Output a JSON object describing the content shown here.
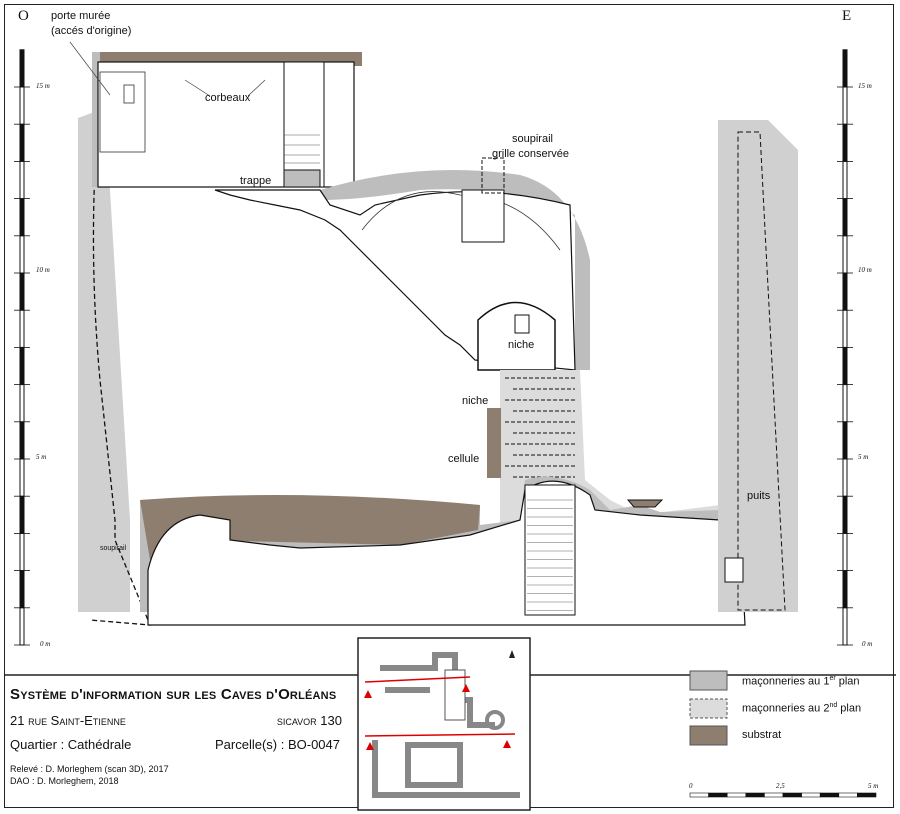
{
  "orientation": {
    "west": "O",
    "east": "E"
  },
  "vertical_scale": {
    "ticks": [
      "15 m",
      "10 m",
      "5 m",
      "0 m"
    ]
  },
  "annotations": {
    "porte_muree": "porte murée",
    "porte_muree_2": "(accés d'origine)",
    "corbeaux": "corbeaux",
    "trappe": "trappe",
    "soupirail_grille": "soupirail",
    "grille": "grille conservée",
    "niche_upper": "niche",
    "niche_lower": "niche",
    "cellule": "cellule",
    "puits": "puits",
    "soupirail_left": "soupirail"
  },
  "title_block": {
    "title": "Système d'information sur les Caves d'Orléans",
    "address": "21 rue Saint-Etienne",
    "sicavor": "sicavor 130",
    "quartier": "Quartier : Cathédrale",
    "parcelle": "Parcelle(s) : BO-0047",
    "releve": "Relevé : D. Morleghem (scan 3D), 2017",
    "dao": "DAO : D. Morleghem, 2018"
  },
  "minimap": {
    "north": "N"
  },
  "legend": {
    "items": [
      {
        "label": "maçonneries au 1",
        "sup": "er",
        "after": " plan",
        "color": "#bdbdbd"
      },
      {
        "label": "maçonneries au 2",
        "sup": "nd",
        "after": " plan",
        "color": "#dcdcdc"
      },
      {
        "label": "substrat",
        "sup": "",
        "after": "",
        "color": "#8e7e70"
      }
    ]
  },
  "horizontal_scale": {
    "ticks": [
      "0",
      "2,5",
      "5 m"
    ]
  },
  "colors": {
    "plan1": "#bdbdbd",
    "plan2": "#dcdcdc",
    "substrat": "#8e7e70"
  }
}
